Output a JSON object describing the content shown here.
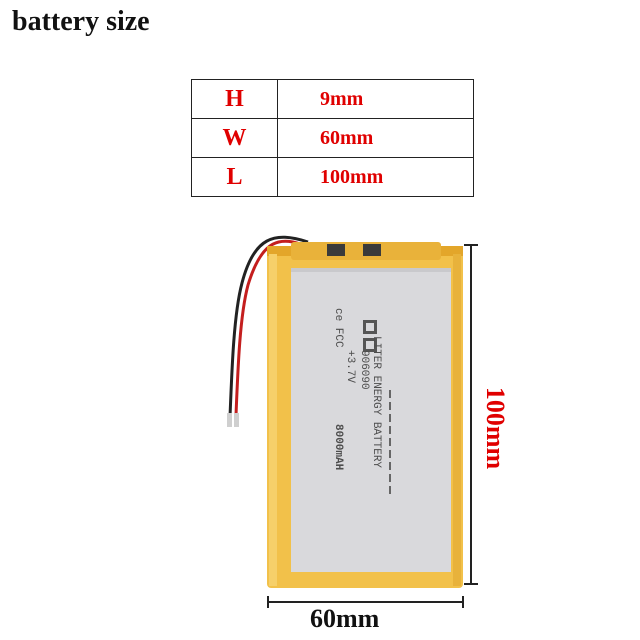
{
  "header": {
    "title": "battery size"
  },
  "dimensions": [
    {
      "key": "H",
      "value": "9mm"
    },
    {
      "key": "W",
      "value": "60mm"
    },
    {
      "key": "L",
      "value": "100mm"
    }
  ],
  "battery": {
    "brand_line": "LITER ENERGY BATTERY",
    "model": "906090",
    "voltage": "+3.7V",
    "capacity": "8000mAH",
    "marks": "ce FCC",
    "colors": {
      "shell": "#f2c14a",
      "edge": "#e3a62a",
      "label": "#d9d9dc",
      "wire_red": "#c41e1e",
      "wire_black": "#222222"
    }
  },
  "measure": {
    "width_label": "60mm",
    "height_label": "100mm"
  }
}
